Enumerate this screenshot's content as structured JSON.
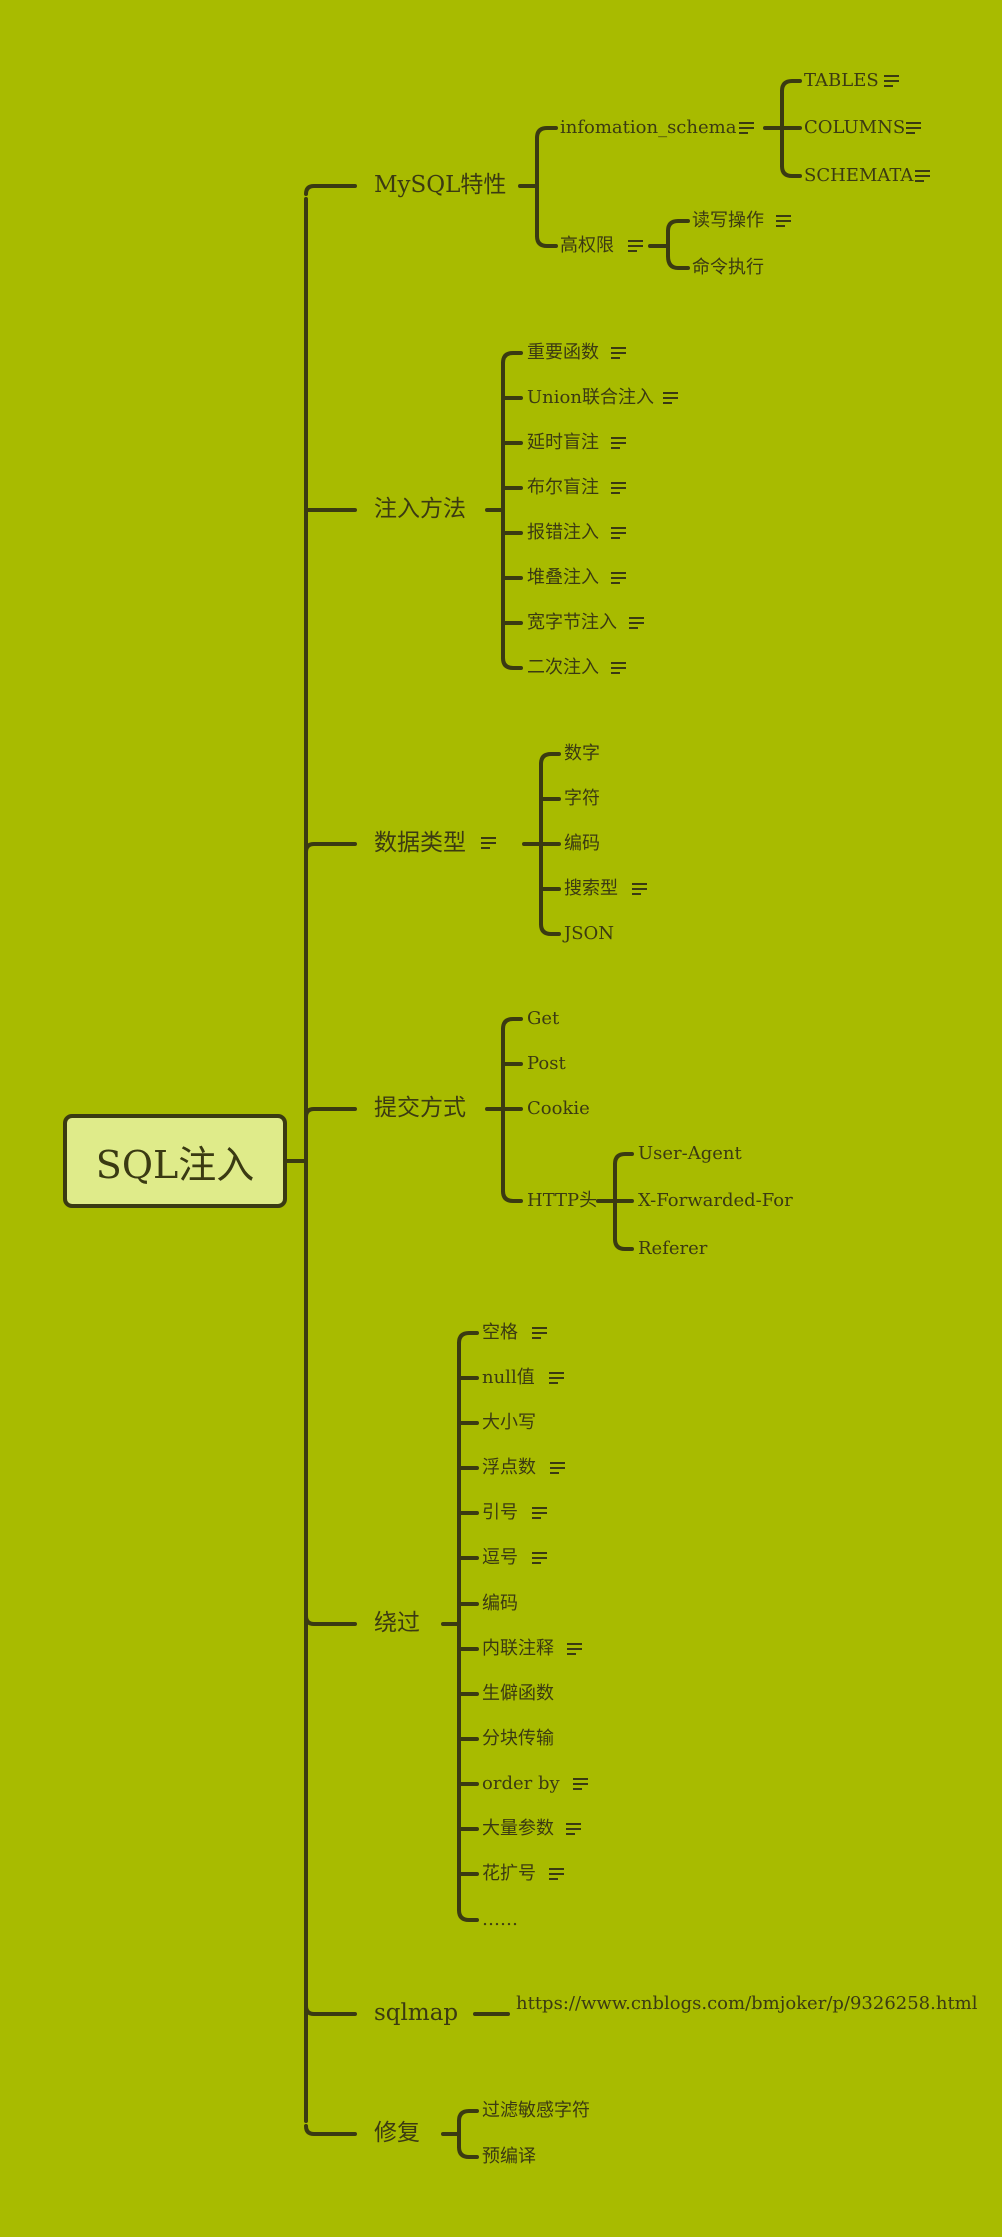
{
  "root": "SQL注入",
  "mysql": {
    "label": "MySQL特性",
    "info_schema": "infomation_schema",
    "tables": "TABLES",
    "columns": "COLUMNS",
    "schemata": "SCHEMATA",
    "privilege": "高权限",
    "read_write": "读写操作",
    "cmd_exec": "命令执行"
  },
  "methods": {
    "label": "注入方法",
    "items": [
      "重要函数",
      "Union联合注入",
      "延时盲注",
      "布尔盲注",
      "报错注入",
      "堆叠注入",
      "宽字节注入",
      "二次注入"
    ]
  },
  "datatypes": {
    "label": "数据类型",
    "items": [
      "数字",
      "字符",
      "编码",
      "搜索型",
      "JSON"
    ]
  },
  "submit": {
    "label": "提交方式",
    "items": [
      "Get",
      "Post",
      "Cookie",
      "HTTP头"
    ],
    "http_headers": [
      "User-Agent",
      "X-Forwarded-For",
      "Referer"
    ]
  },
  "bypass": {
    "label": "绕过",
    "items": [
      "空格",
      "null值",
      "大小写",
      "浮点数",
      "引号",
      "逗号",
      "编码",
      "内联注释",
      "生僻函数",
      "分块传输",
      "order by",
      "大量参数",
      "花扩号",
      "……"
    ]
  },
  "sqlmap": {
    "label": "sqlmap",
    "link": "https://www.cnblogs.com/bmjoker/p/9326258.html"
  },
  "fix": {
    "label": "修复",
    "items": [
      "过滤敏感字符",
      "预编译"
    ]
  },
  "icons": {
    "note": "note-lines-icon"
  },
  "colors": {
    "background": "#a8bb00",
    "line": "#3a3a12",
    "root_fill": "#dfeb8a"
  }
}
